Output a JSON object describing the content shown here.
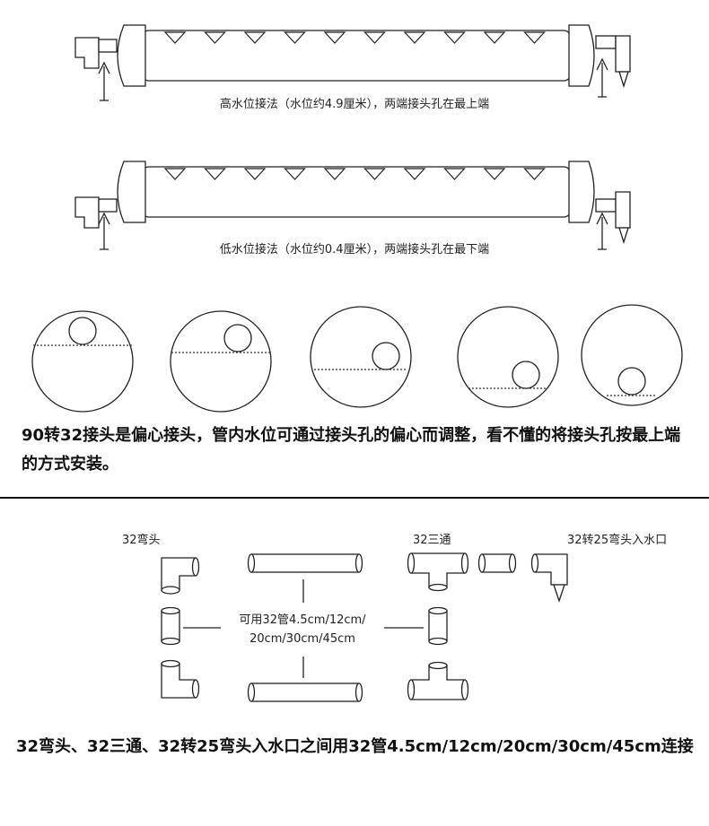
{
  "top": {
    "caption_high": "高水位接法（水位约4.9厘米），两端接头孔在最上端",
    "caption_low": "低水位接法（水位约0.4厘米），两端接头孔在最下端"
  },
  "circles": {
    "count": 5,
    "water_hole_levels": [
      "highest",
      "upper",
      "middle",
      "lower",
      "lowest"
    ]
  },
  "note_eccentric": "90转32接头是偏心接头，管内水位可通过接头孔的偏心而调整，看不懂的将接头孔按最上端的方式安装。",
  "parts": {
    "elbow_32": "32弯头",
    "tee_32": "32三通",
    "inlet_32_25": "32转25弯头入水口",
    "pipe_lengths_line1": "可用32管4.5cm/12cm/",
    "pipe_lengths_line2": "20cm/30cm/45cm"
  },
  "note_connect": "32弯头、32三通、32转25弯头入水口之间用32管4.5cm/12cm/20cm/30cm/45cm连接"
}
